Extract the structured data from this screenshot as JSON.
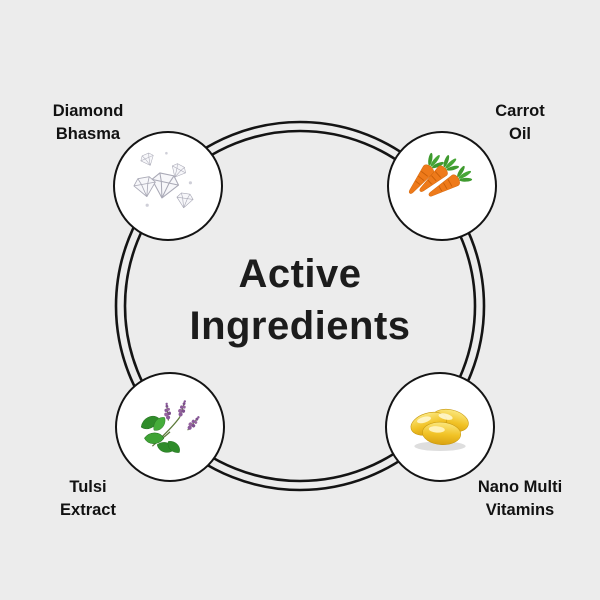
{
  "title": {
    "line1": "Active",
    "line2": "Ingredients"
  },
  "ingredients": [
    {
      "name": "Diamond Bhasma",
      "label_line1": "Diamond",
      "label_line2": "Bhasma",
      "icon": "diamond-bhasma-icon",
      "position": "top-left"
    },
    {
      "name": "Carrot Oil",
      "label_line1": "Carrot",
      "label_line2": "Oil",
      "icon": "carrot-oil-icon",
      "position": "top-right"
    },
    {
      "name": "Tulsi Extract",
      "label_line1": "Tulsi",
      "label_line2": "Extract",
      "icon": "tulsi-extract-icon",
      "position": "bottom-left"
    },
    {
      "name": "Nano Multi Vitamins",
      "label_line1": "Nano Multi",
      "label_line2": "Vitamins",
      "icon": "nano-multi-vitamins-icon",
      "position": "bottom-right"
    }
  ],
  "colors": {
    "background": "#ececec",
    "ring": "#141414",
    "node_border": "#141414",
    "node_fill": "#ffffff",
    "text": "#121212",
    "carrot_orange": "#ee7a1a",
    "leaf_green": "#3f9a2f",
    "flower_purple": "#8a5a9a",
    "capsule_gold": "#f1c225",
    "diamond_gray": "#a9a9b6"
  }
}
